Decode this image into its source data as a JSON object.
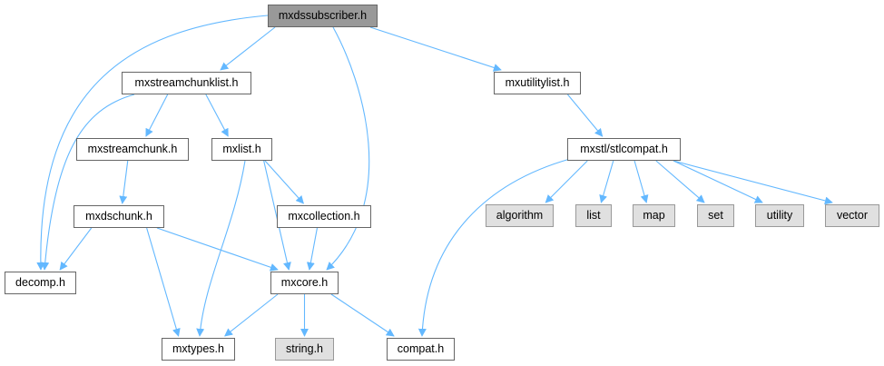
{
  "diagram": {
    "title": "mxdssubscriber.h",
    "edge_color": "#63b8ff",
    "nodes": [
      {
        "id": "mxdssubscriber",
        "label": "mxdssubscriber.h",
        "kind": "root"
      },
      {
        "id": "mxstreamchunklist",
        "label": "mxstreamchunklist.h",
        "kind": "local"
      },
      {
        "id": "mxutilitylist",
        "label": "mxutilitylist.h",
        "kind": "local"
      },
      {
        "id": "mxstreamchunk",
        "label": "mxstreamchunk.h",
        "kind": "local"
      },
      {
        "id": "mxlist",
        "label": "mxlist.h",
        "kind": "local"
      },
      {
        "id": "stlcompat",
        "label": "mxstl/stlcompat.h",
        "kind": "local"
      },
      {
        "id": "mxdschunk",
        "label": "mxdschunk.h",
        "kind": "local"
      },
      {
        "id": "mxcollection",
        "label": "mxcollection.h",
        "kind": "local"
      },
      {
        "id": "algorithm",
        "label": "algorithm",
        "kind": "external"
      },
      {
        "id": "list",
        "label": "list",
        "kind": "external"
      },
      {
        "id": "map",
        "label": "map",
        "kind": "external"
      },
      {
        "id": "set",
        "label": "set",
        "kind": "external"
      },
      {
        "id": "utility",
        "label": "utility",
        "kind": "external"
      },
      {
        "id": "vector",
        "label": "vector",
        "kind": "external"
      },
      {
        "id": "decomp",
        "label": "decomp.h",
        "kind": "local"
      },
      {
        "id": "mxcore",
        "label": "mxcore.h",
        "kind": "local"
      },
      {
        "id": "mxtypes",
        "label": "mxtypes.h",
        "kind": "local"
      },
      {
        "id": "string",
        "label": "string.h",
        "kind": "external"
      },
      {
        "id": "compat",
        "label": "compat.h",
        "kind": "local"
      }
    ],
    "edges": [
      {
        "from": "mxdssubscriber",
        "to": "decomp"
      },
      {
        "from": "mxdssubscriber",
        "to": "mxstreamchunklist"
      },
      {
        "from": "mxdssubscriber",
        "to": "mxcore"
      },
      {
        "from": "mxdssubscriber",
        "to": "mxutilitylist"
      },
      {
        "from": "mxstreamchunklist",
        "to": "decomp"
      },
      {
        "from": "mxstreamchunklist",
        "to": "mxstreamchunk"
      },
      {
        "from": "mxstreamchunklist",
        "to": "mxlist"
      },
      {
        "from": "mxutilitylist",
        "to": "stlcompat"
      },
      {
        "from": "mxstreamchunk",
        "to": "mxdschunk"
      },
      {
        "from": "mxlist",
        "to": "mxtypes"
      },
      {
        "from": "mxlist",
        "to": "mxcore"
      },
      {
        "from": "mxlist",
        "to": "mxcollection"
      },
      {
        "from": "mxcollection",
        "to": "mxcore"
      },
      {
        "from": "mxdschunk",
        "to": "decomp"
      },
      {
        "from": "mxdschunk",
        "to": "mxtypes"
      },
      {
        "from": "mxdschunk",
        "to": "mxcore"
      },
      {
        "from": "mxcore",
        "to": "mxtypes"
      },
      {
        "from": "mxcore",
        "to": "string"
      },
      {
        "from": "mxcore",
        "to": "compat"
      },
      {
        "from": "stlcompat",
        "to": "compat"
      },
      {
        "from": "stlcompat",
        "to": "algorithm"
      },
      {
        "from": "stlcompat",
        "to": "list"
      },
      {
        "from": "stlcompat",
        "to": "map"
      },
      {
        "from": "stlcompat",
        "to": "set"
      },
      {
        "from": "stlcompat",
        "to": "utility"
      },
      {
        "from": "stlcompat",
        "to": "vector"
      }
    ]
  }
}
